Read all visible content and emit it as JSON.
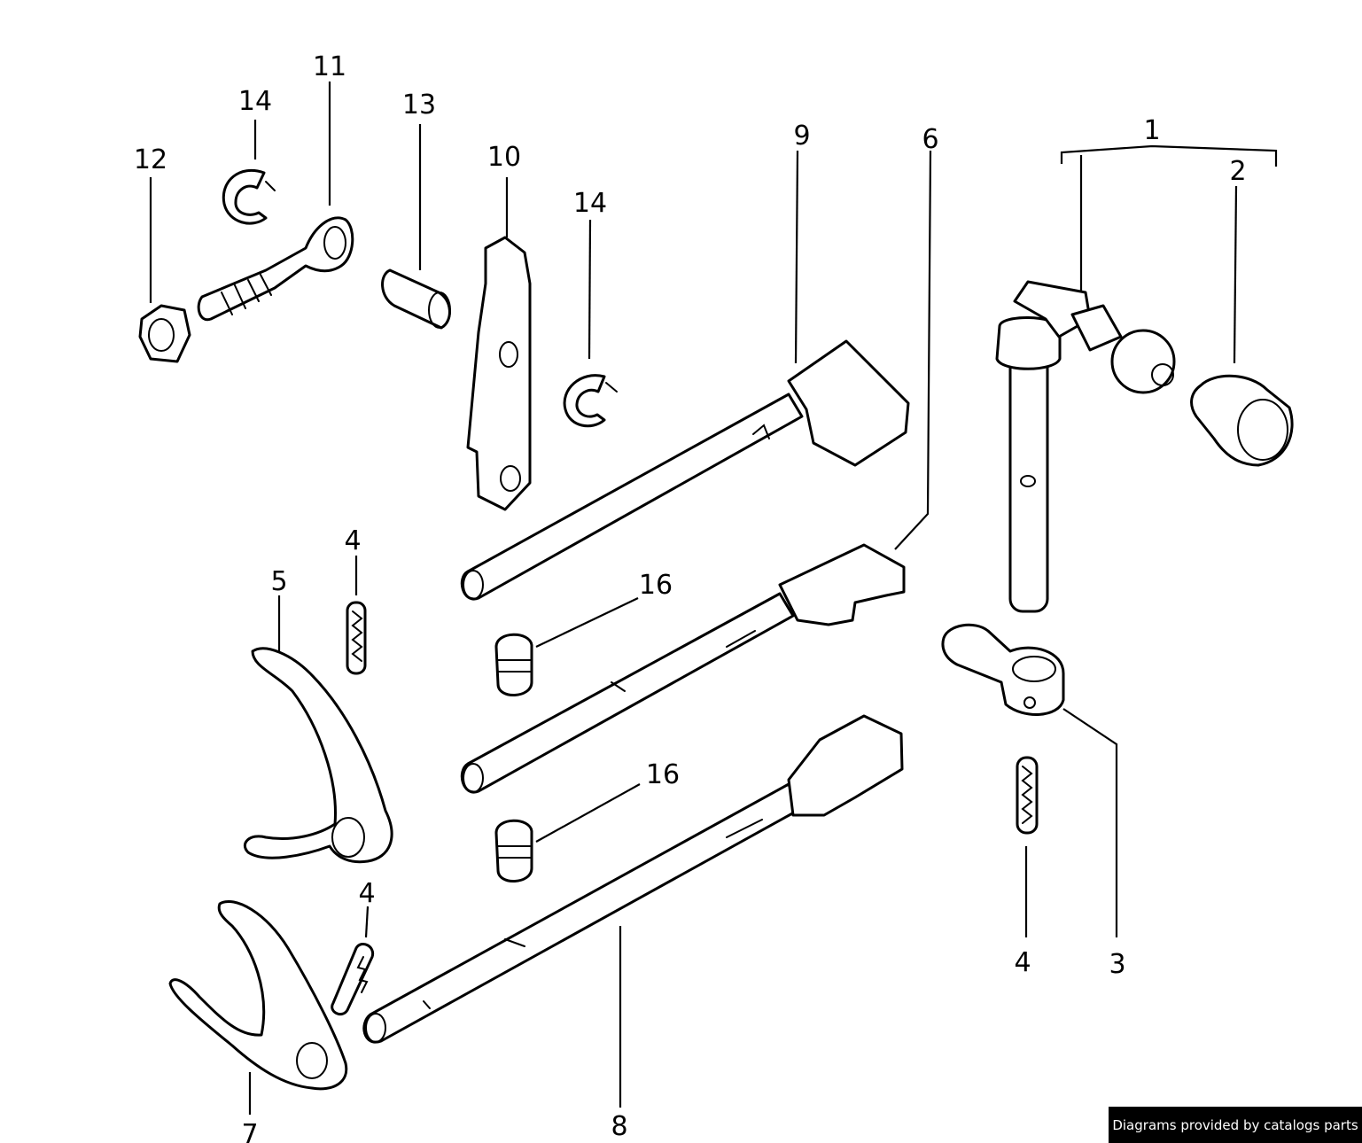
{
  "callouts": [
    {
      "id": "c1",
      "text": "1"
    },
    {
      "id": "c2",
      "text": "2"
    },
    {
      "id": "c3",
      "text": "3"
    },
    {
      "id": "c4a",
      "text": "4"
    },
    {
      "id": "c4b",
      "text": "4"
    },
    {
      "id": "c4c",
      "text": "4"
    },
    {
      "id": "c5",
      "text": "5"
    },
    {
      "id": "c6",
      "text": "6"
    },
    {
      "id": "c7",
      "text": "7"
    },
    {
      "id": "c8",
      "text": "8"
    },
    {
      "id": "c9",
      "text": "9"
    },
    {
      "id": "c10",
      "text": "10"
    },
    {
      "id": "c11",
      "text": "11"
    },
    {
      "id": "c12",
      "text": "12"
    },
    {
      "id": "c13",
      "text": "13"
    },
    {
      "id": "c14a",
      "text": "14"
    },
    {
      "id": "c14b",
      "text": "14"
    },
    {
      "id": "c16a",
      "text": "16"
    },
    {
      "id": "c16b",
      "text": "16"
    }
  ],
  "credit": "Diagrams provided by catalogs parts"
}
